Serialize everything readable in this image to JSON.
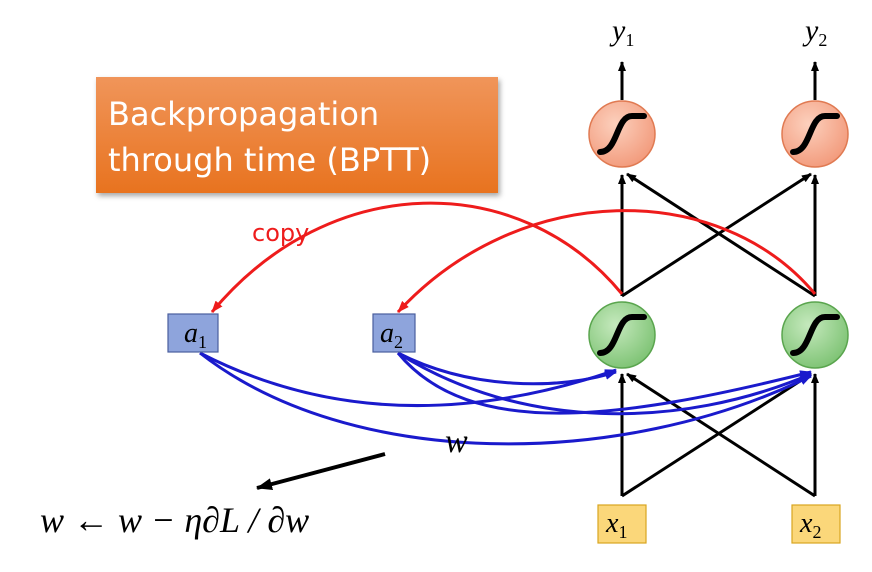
{
  "title": {
    "line1": "Backpropagation",
    "line2": "through time (BPTT)"
  },
  "labels": {
    "copy": "copy",
    "weight": "w",
    "update_rule": "w ← w − η∂L / ∂w"
  },
  "outputs": [
    {
      "base": "y",
      "sub": "1"
    },
    {
      "base": "y",
      "sub": "2"
    }
  ],
  "memory": [
    {
      "base": "a",
      "sub": "1"
    },
    {
      "base": "a",
      "sub": "2"
    }
  ],
  "inputs": [
    {
      "base": "x",
      "sub": "1"
    },
    {
      "base": "x",
      "sub": "2"
    }
  ],
  "colors": {
    "title_bg": "#e8731f",
    "output_neuron": "#f4a98c",
    "hidden_neuron": "#8fcc85",
    "memory_box": "#8ea4dc",
    "input_box": "#fbd77a",
    "copy_arrow": "#ee1c1c",
    "weight_arrow": "#1a1acc"
  }
}
